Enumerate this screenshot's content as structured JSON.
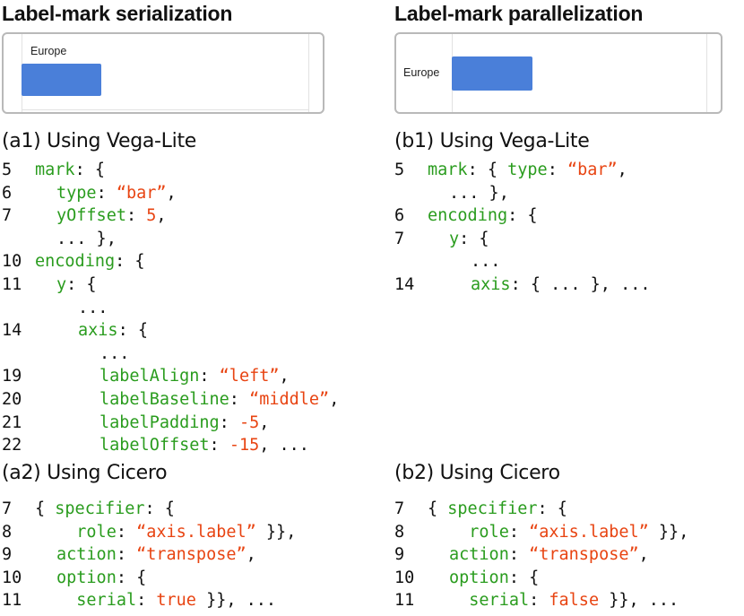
{
  "panel_a": {
    "heading": "Label-mark serialization",
    "preview_label": "Europe",
    "vega_title": "(a1) Using Vega-Lite",
    "vega_code": [
      {
        "num": "5",
        "indent": 0,
        "tokens": [
          {
            "t": "k",
            "v": "mark"
          },
          {
            "t": "p",
            "v": ": {"
          }
        ]
      },
      {
        "num": "6",
        "indent": 1,
        "tokens": [
          {
            "t": "k",
            "v": "type"
          },
          {
            "t": "p",
            "v": ": "
          },
          {
            "t": "s",
            "v": "“bar”"
          },
          {
            "t": "p",
            "v": ","
          }
        ]
      },
      {
        "num": "7",
        "indent": 1,
        "tokens": [
          {
            "t": "k",
            "v": "yOffset"
          },
          {
            "t": "p",
            "v": ": "
          },
          {
            "t": "s",
            "v": "5"
          },
          {
            "t": "p",
            "v": ","
          }
        ]
      },
      {
        "num": "",
        "indent": 1,
        "tokens": [
          {
            "t": "p",
            "v": "... },"
          }
        ]
      },
      {
        "num": "10",
        "indent": 0,
        "tokens": [
          {
            "t": "k",
            "v": "encoding"
          },
          {
            "t": "p",
            "v": ": {"
          }
        ]
      },
      {
        "num": "11",
        "indent": 1,
        "tokens": [
          {
            "t": "k",
            "v": "y"
          },
          {
            "t": "p",
            "v": ": {"
          }
        ]
      },
      {
        "num": "",
        "indent": 2,
        "tokens": [
          {
            "t": "p",
            "v": "..."
          }
        ]
      },
      {
        "num": "14",
        "indent": 2,
        "tokens": [
          {
            "t": "k",
            "v": "axis"
          },
          {
            "t": "p",
            "v": ": {"
          }
        ]
      },
      {
        "num": "",
        "indent": 3,
        "tokens": [
          {
            "t": "p",
            "v": "..."
          }
        ]
      },
      {
        "num": "19",
        "indent": 3,
        "tokens": [
          {
            "t": "k",
            "v": "labelAlign"
          },
          {
            "t": "p",
            "v": ": "
          },
          {
            "t": "s",
            "v": "“left”"
          },
          {
            "t": "p",
            "v": ","
          }
        ]
      },
      {
        "num": "20",
        "indent": 3,
        "tokens": [
          {
            "t": "k",
            "v": "labelBaseline"
          },
          {
            "t": "p",
            "v": ": "
          },
          {
            "t": "s",
            "v": "“middle”"
          },
          {
            "t": "p",
            "v": ","
          }
        ]
      },
      {
        "num": "21",
        "indent": 3,
        "tokens": [
          {
            "t": "k",
            "v": "labelPadding"
          },
          {
            "t": "p",
            "v": ": "
          },
          {
            "t": "s",
            "v": "-5"
          },
          {
            "t": "p",
            "v": ","
          }
        ]
      },
      {
        "num": "22",
        "indent": 3,
        "tokens": [
          {
            "t": "k",
            "v": "labelOffset"
          },
          {
            "t": "p",
            "v": ": "
          },
          {
            "t": "s",
            "v": "-15"
          },
          {
            "t": "p",
            "v": ", ..."
          }
        ]
      }
    ],
    "cicero_title": "(a2) Using Cicero",
    "cicero_code": [
      {
        "num": "7",
        "indent": 0,
        "tokens": [
          {
            "t": "p",
            "v": "{ "
          },
          {
            "t": "k",
            "v": "specifier"
          },
          {
            "t": "p",
            "v": ": {"
          }
        ]
      },
      {
        "num": "8",
        "indent": 1,
        "tokens": [
          {
            "t": "p",
            "v": "  "
          },
          {
            "t": "k",
            "v": "role"
          },
          {
            "t": "p",
            "v": ": "
          },
          {
            "t": "s",
            "v": "“axis.label”"
          },
          {
            "t": "p",
            "v": " }},"
          }
        ]
      },
      {
        "num": "9",
        "indent": 1,
        "tokens": [
          {
            "t": "k",
            "v": "action"
          },
          {
            "t": "p",
            "v": ": "
          },
          {
            "t": "s",
            "v": "“transpose”"
          },
          {
            "t": "p",
            "v": ","
          }
        ]
      },
      {
        "num": "10",
        "indent": 1,
        "tokens": [
          {
            "t": "k",
            "v": "option"
          },
          {
            "t": "p",
            "v": ": {"
          }
        ]
      },
      {
        "num": "11",
        "indent": 1,
        "tokens": [
          {
            "t": "p",
            "v": "  "
          },
          {
            "t": "k",
            "v": "serial"
          },
          {
            "t": "p",
            "v": ": "
          },
          {
            "t": "s",
            "v": "true"
          },
          {
            "t": "p",
            "v": " }}, ..."
          }
        ]
      }
    ]
  },
  "panel_b": {
    "heading": "Label-mark parallelization",
    "preview_label": "Europe",
    "vega_title": "(b1) Using Vega-Lite",
    "vega_code": [
      {
        "num": "5",
        "indent": 0,
        "tokens": [
          {
            "t": "k",
            "v": "mark"
          },
          {
            "t": "p",
            "v": ": { "
          },
          {
            "t": "k",
            "v": "type"
          },
          {
            "t": "p",
            "v": ": "
          },
          {
            "t": "s",
            "v": "“bar”"
          },
          {
            "t": "p",
            "v": ","
          }
        ]
      },
      {
        "num": "",
        "indent": 1,
        "tokens": [
          {
            "t": "p",
            "v": "... },"
          }
        ]
      },
      {
        "num": "6",
        "indent": 0,
        "tokens": [
          {
            "t": "k",
            "v": "encoding"
          },
          {
            "t": "p",
            "v": ": {"
          }
        ]
      },
      {
        "num": "7",
        "indent": 1,
        "tokens": [
          {
            "t": "k",
            "v": "y"
          },
          {
            "t": "p",
            "v": ": {"
          }
        ]
      },
      {
        "num": "",
        "indent": 2,
        "tokens": [
          {
            "t": "p",
            "v": "..."
          }
        ]
      },
      {
        "num": "14",
        "indent": 2,
        "tokens": [
          {
            "t": "k",
            "v": "axis"
          },
          {
            "t": "p",
            "v": ": { ... }, ..."
          }
        ]
      }
    ],
    "cicero_title": "(b2) Using Cicero",
    "cicero_code": [
      {
        "num": "7",
        "indent": 0,
        "tokens": [
          {
            "t": "p",
            "v": "{ "
          },
          {
            "t": "k",
            "v": "specifier"
          },
          {
            "t": "p",
            "v": ": {"
          }
        ]
      },
      {
        "num": "8",
        "indent": 1,
        "tokens": [
          {
            "t": "p",
            "v": "  "
          },
          {
            "t": "k",
            "v": "role"
          },
          {
            "t": "p",
            "v": ": "
          },
          {
            "t": "s",
            "v": "“axis.label”"
          },
          {
            "t": "p",
            "v": " }},"
          }
        ]
      },
      {
        "num": "9",
        "indent": 1,
        "tokens": [
          {
            "t": "k",
            "v": "action"
          },
          {
            "t": "p",
            "v": ": "
          },
          {
            "t": "s",
            "v": "“transpose”"
          },
          {
            "t": "p",
            "v": ","
          }
        ]
      },
      {
        "num": "10",
        "indent": 1,
        "tokens": [
          {
            "t": "k",
            "v": "option"
          },
          {
            "t": "p",
            "v": ": {"
          }
        ]
      },
      {
        "num": "11",
        "indent": 1,
        "tokens": [
          {
            "t": "p",
            "v": "  "
          },
          {
            "t": "k",
            "v": "serial"
          },
          {
            "t": "p",
            "v": ": "
          },
          {
            "t": "s",
            "v": "false"
          },
          {
            "t": "p",
            "v": " }}, ..."
          }
        ]
      }
    ]
  },
  "colors": {
    "keyword": "#2a9c1e",
    "string": "#e84412",
    "bar": "#4a7fd9",
    "border": "#b9b9b9"
  }
}
